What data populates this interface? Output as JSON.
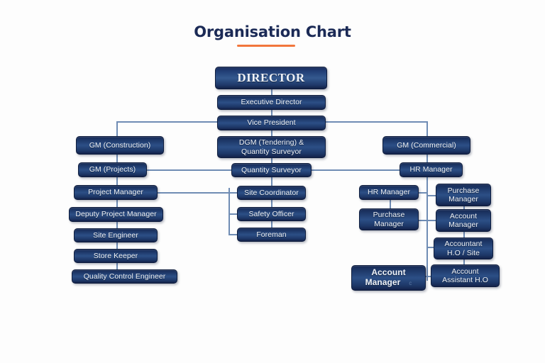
{
  "page": {
    "title": "Organisation Chart",
    "accent_color": "#f2763c",
    "node_color": "#1d3767",
    "line_color": "#6f8cb4",
    "background_color": "#fdfdfd"
  },
  "chart_data": {
    "type": "diagram",
    "subtype": "org-chart",
    "title": "Organisation Chart",
    "nodes": [
      {
        "id": "director",
        "label": "DIRECTOR",
        "level": 0
      },
      {
        "id": "exec-director",
        "label": "Executive Director",
        "level": 1
      },
      {
        "id": "vice-president",
        "label": "Vice President",
        "level": 2
      },
      {
        "id": "gm-construction",
        "label": "GM (Construction)",
        "level": 3
      },
      {
        "id": "dgm-tendering",
        "label": "DGM (Tendering) &\nQuantity Surveyor",
        "level": 3
      },
      {
        "id": "gm-commercial",
        "label": "GM (Commercial)",
        "level": 3
      },
      {
        "id": "gm-projects",
        "label": "GM (Projects)",
        "level": 4
      },
      {
        "id": "quantity-surveyor",
        "label": "Quantity Surveyor",
        "level": 4
      },
      {
        "id": "hr-manager-top",
        "label": "HR Manager",
        "level": 4
      },
      {
        "id": "project-manager",
        "label": "Project Manager",
        "level": 5
      },
      {
        "id": "deputy-project-manager",
        "label": "Deputy Project Manager",
        "level": 6
      },
      {
        "id": "site-engineer",
        "label": "Site Engineer",
        "level": 7
      },
      {
        "id": "store-keeper",
        "label": "Store Keeper",
        "level": 8
      },
      {
        "id": "quality-control-engineer",
        "label": "Quality Control Engineer",
        "level": 9
      },
      {
        "id": "site-coordinator",
        "label": "Site Coordinator",
        "level": 5
      },
      {
        "id": "safety-officer",
        "label": "Safety Officer",
        "level": 6
      },
      {
        "id": "foreman",
        "label": "Foreman",
        "level": 7
      },
      {
        "id": "hr-manager",
        "label": "HR Manager",
        "level": 5
      },
      {
        "id": "purchase-manager-l",
        "label": "Purchase\nManager",
        "level": 6
      },
      {
        "id": "account-manager-bold",
        "label": "Account\nManager",
        "level": 8,
        "watermark": "c"
      },
      {
        "id": "purchase-manager-r",
        "label": "Purchase\nManager",
        "level": 5
      },
      {
        "id": "account-manager",
        "label": "Account\nManager",
        "level": 6
      },
      {
        "id": "accountant-ho-site",
        "label": "Accountant\nH.O / Site",
        "level": 7
      },
      {
        "id": "account-assistant-ho",
        "label": "Account\nAssistant H.O",
        "level": 8
      }
    ],
    "edges": [
      [
        "director",
        "exec-director"
      ],
      [
        "exec-director",
        "vice-president"
      ],
      [
        "vice-president",
        "gm-construction"
      ],
      [
        "vice-president",
        "dgm-tendering"
      ],
      [
        "vice-president",
        "gm-commercial"
      ],
      [
        "gm-construction",
        "gm-projects"
      ],
      [
        "dgm-tendering",
        "quantity-surveyor"
      ],
      [
        "gm-commercial",
        "hr-manager-top"
      ],
      [
        "gm-projects",
        "quantity-surveyor"
      ],
      [
        "quantity-surveyor",
        "hr-manager-top"
      ],
      [
        "gm-projects",
        "project-manager"
      ],
      [
        "project-manager",
        "deputy-project-manager"
      ],
      [
        "deputy-project-manager",
        "site-engineer"
      ],
      [
        "site-engineer",
        "store-keeper"
      ],
      [
        "store-keeper",
        "quality-control-engineer"
      ],
      [
        "project-manager",
        "site-coordinator"
      ],
      [
        "site-coordinator",
        "safety-officer"
      ],
      [
        "site-coordinator",
        "foreman"
      ],
      [
        "hr-manager-top",
        "hr-manager"
      ],
      [
        "hr-manager-top",
        "purchase-manager-r"
      ],
      [
        "hr-manager",
        "purchase-manager-l"
      ],
      [
        "purchase-manager-r",
        "account-manager"
      ],
      [
        "account-manager",
        "accountant-ho-site"
      ],
      [
        "accountant-ho-site",
        "account-assistant-ho"
      ],
      [
        "purchase-manager-l",
        "account-manager-bold"
      ]
    ]
  },
  "nodes": {
    "director": "DIRECTOR",
    "exec_director": "Executive Director",
    "vice_president": "Vice President",
    "gm_construction": "GM (Construction)",
    "dgm_tendering_l1": "DGM (Tendering) &",
    "dgm_tendering_l2": "Quantity Surveyor",
    "gm_commercial": "GM (Commercial)",
    "gm_projects": "GM (Projects)",
    "quantity_surveyor": "Quantity Surveyor",
    "hr_manager_top": "HR Manager",
    "project_manager": "Project Manager",
    "deputy_project_manager": "Deputy Project Manager",
    "site_engineer": "Site Engineer",
    "store_keeper": "Store Keeper",
    "quality_control_engineer": "Quality Control Engineer",
    "site_coordinator": "Site Coordinator",
    "safety_officer": "Safety Officer",
    "foreman": "Foreman",
    "hr_manager": "HR Manager",
    "purchase_manager_l1": "Purchase",
    "purchase_manager_l2": "Manager",
    "purchase_manager_r1": "Purchase",
    "purchase_manager_r2": "Manager",
    "account_manager_1": "Account",
    "account_manager_2": "Manager",
    "accountant_ho_1": "Accountant",
    "accountant_ho_2": "H.O / Site",
    "account_assistant_1": "Account",
    "account_assistant_2": "Assistant H.O",
    "account_manager_bold_1": "Account",
    "account_manager_bold_2": "Manager",
    "account_manager_bold_wm": "c"
  }
}
